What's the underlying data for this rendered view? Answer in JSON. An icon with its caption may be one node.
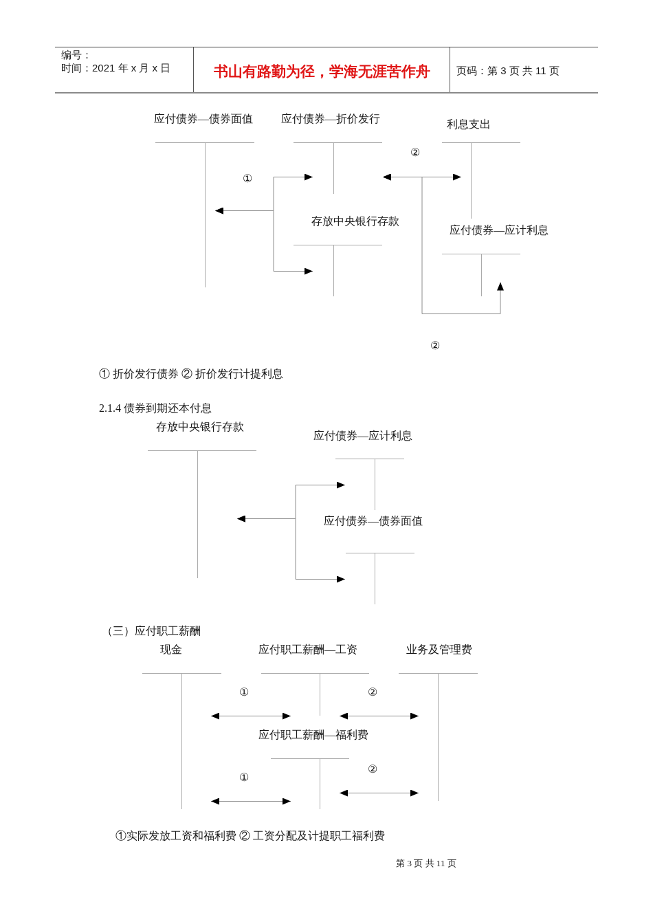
{
  "diagram": {
    "nodes": [
      {
        "text": [
          "应付债券—债券面值"
        ]
      },
      {
        "text": [
          "应付债券—折价发行"
        ]
      },
      {
        "text": [
          "利息支出"
        ]
      },
      {
        "text": [
          "存放中央银行存款"
        ]
      },
      {
        "text": [
          "应付债券—应计利息"
        ]
      },
      {
        "text": [
          "存放中央银行存款"
        ]
      },
      {
        "text": [
          "应付债券—应计利息"
        ]
      },
      {
        "text": [
          "应付债券—债券面值"
        ]
      },
      {
        "text": [
          "现金"
        ]
      },
      {
        "text": [
          "应付职工薪酬—工资"
        ]
      },
      {
        "text": [
          "业务及管理费"
        ]
      },
      {
        "text": [
          "应付职工薪酬—福利费"
        ]
      }
    ],
    "edges": [
      {
        "from": 0,
        "to": 1,
        "arrow": "both"
      },
      {
        "from": 0,
        "to": 3,
        "arrow": "both"
      },
      {
        "from": 1,
        "to": 2,
        "arrow": "both"
      },
      {
        "from": 1,
        "to": 4,
        "arrow": "both"
      },
      {
        "from": 5,
        "to": 6,
        "arrow": "both"
      },
      {
        "from": 5,
        "to": 7,
        "arrow": "both"
      },
      {
        "from": 8,
        "to": 9,
        "arrow": "both"
      },
      {
        "from": 9,
        "to": 10,
        "arrow": "both"
      },
      {
        "from": 8,
        "to": 11,
        "arrow": "both"
      },
      {
        "from": 11,
        "to": 10,
        "arrow": "both"
      }
    ],
    "labels": [
      "编号：",
      "时间：2021 年 x 月 x 日",
      "书山有路勤为径，学海无涯苦作舟",
      "页码：第 3 页 共 11 页",
      "②",
      "①",
      "②",
      "① 折价发行债券 ② 折价发行计提利息",
      "2.1.4 债券到期还本付息",
      "（三）应付职工薪酬",
      "①",
      "②",
      "②",
      "①",
      "①实际发放工资和福利费 ② 工资分配及计提职工福利费",
      "第 3 页 共 11 页"
    ]
  }
}
